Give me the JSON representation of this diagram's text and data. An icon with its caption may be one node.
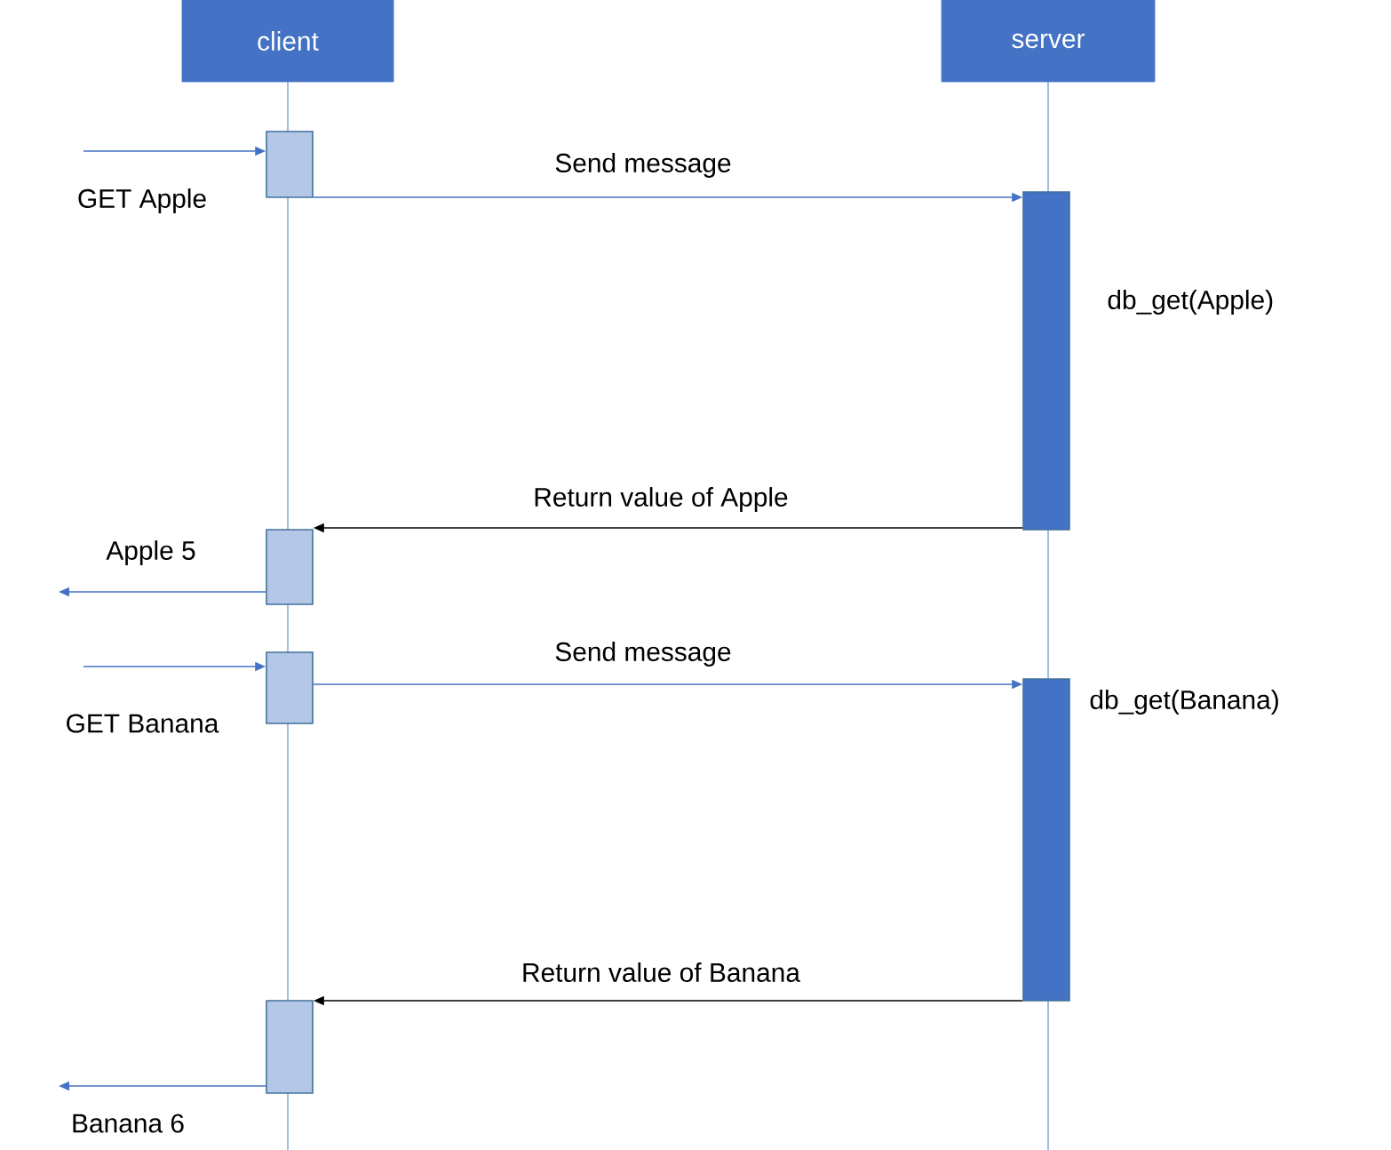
{
  "diagram": {
    "nodes": [
      {
        "text": [
          "client"
        ]
      },
      {
        "text": [
          "server"
        ]
      },
      {
        "text": [],
        "shape": "bar"
      },
      {
        "text": [],
        "shape": "bar",
        "beside": [
          "db_get(Apple)"
        ]
      },
      {
        "text": [],
        "shape": "bar"
      },
      {
        "text": [],
        "shape": "bar"
      },
      {
        "text": [],
        "shape": "bar",
        "beside": [
          "db_get(Banana)"
        ]
      },
      {
        "text": [],
        "shape": "bar"
      }
    ],
    "edges": [
      {
        "from": null,
        "to": 2,
        "arrow": "to",
        "label": "GET Apple"
      },
      {
        "from": 2,
        "to": 3,
        "arrow": "to",
        "label": "Send message"
      },
      {
        "from": 3,
        "to": 4,
        "arrow": "to",
        "label": "Return value of Apple",
        "color": "#000000"
      },
      {
        "from": 4,
        "to": null,
        "arrow": "to",
        "label": "Apple 5"
      },
      {
        "from": null,
        "to": 5,
        "arrow": "to",
        "label": "GET Banana"
      },
      {
        "from": 5,
        "to": 6,
        "arrow": "to",
        "label": "Send message"
      },
      {
        "from": 6,
        "to": 7,
        "arrow": "to",
        "label": "Return value of Banana",
        "color": "#000000"
      },
      {
        "from": 7,
        "to": null,
        "arrow": "to",
        "label": "Banana 6"
      }
    ]
  }
}
